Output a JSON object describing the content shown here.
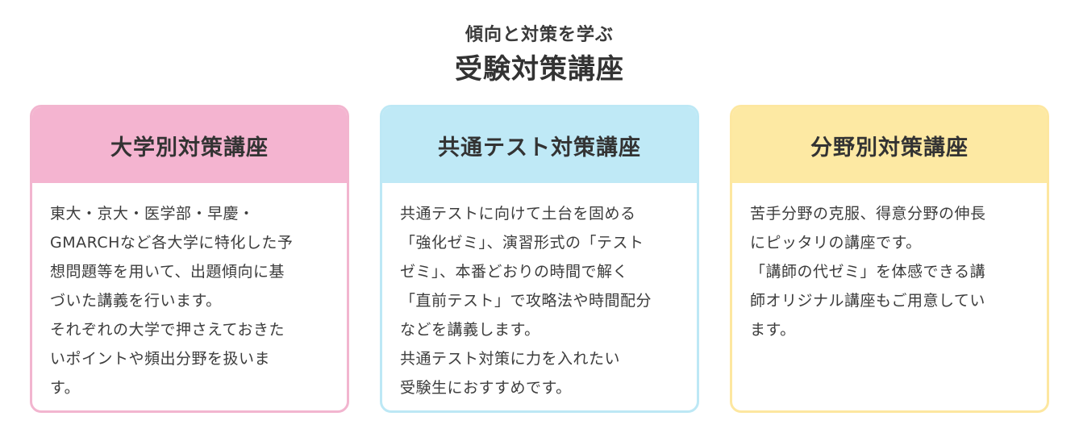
{
  "header": {
    "subtitle": "傾向と対策を学ぶ",
    "title": "受験対策講座"
  },
  "cards": [
    {
      "title": "大学別対策講座",
      "body": "東大・京大・医学部・早慶・\nGMARCHなど各大学に特化した予\n想問題等を用いて、出題傾向に基\nづいた講義を行います。\nそれぞれの大学で押さえておきた\nいポイントや頻出分野を扱いま\nす。",
      "color": "#f4b4d0"
    },
    {
      "title": "共通テスト対策講座",
      "body": "共通テストに向けて土台を固める\n「強化ゼミ」、演習形式の「テスト\nゼミ」、本番どおりの時間で解く\n「直前テスト」で攻略法や時間配分\nなどを講義します。\n共通テスト対策に力を入れたい\n受験生におすすめです。",
      "color": "#bfe9f6"
    },
    {
      "title": "分野別対策講座",
      "body": "苦手分野の克服、得意分野の伸長\nにピッタリの講座です。\n「講師の代ゼミ」を体感できる講\n師オリジナル講座もご用意してい\nます。",
      "color": "#fde9a3"
    }
  ]
}
